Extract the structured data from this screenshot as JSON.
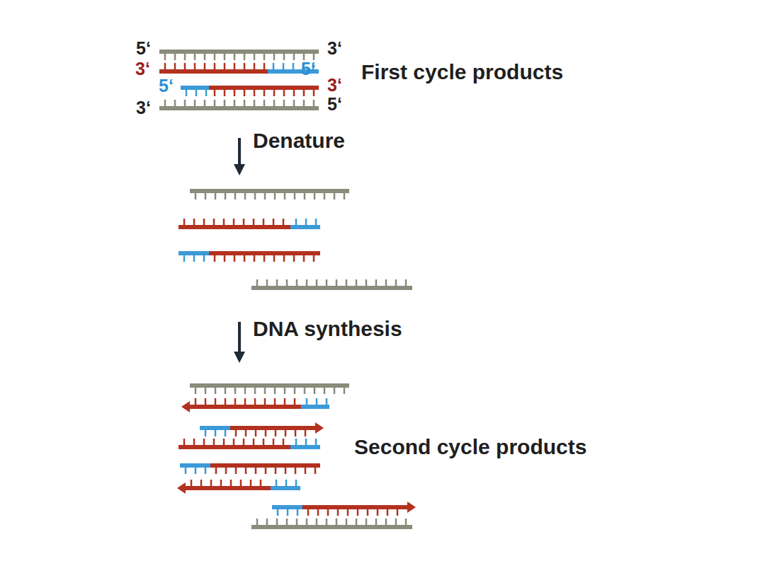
{
  "diagram": {
    "labels": [
      "5‘",
      "3‘",
      "3‘",
      "5‘",
      "5‘",
      "3‘",
      "3‘",
      "5‘",
      "First cycle products",
      "Denature",
      "DNA synthesis",
      "Second cycle products"
    ]
  }
}
